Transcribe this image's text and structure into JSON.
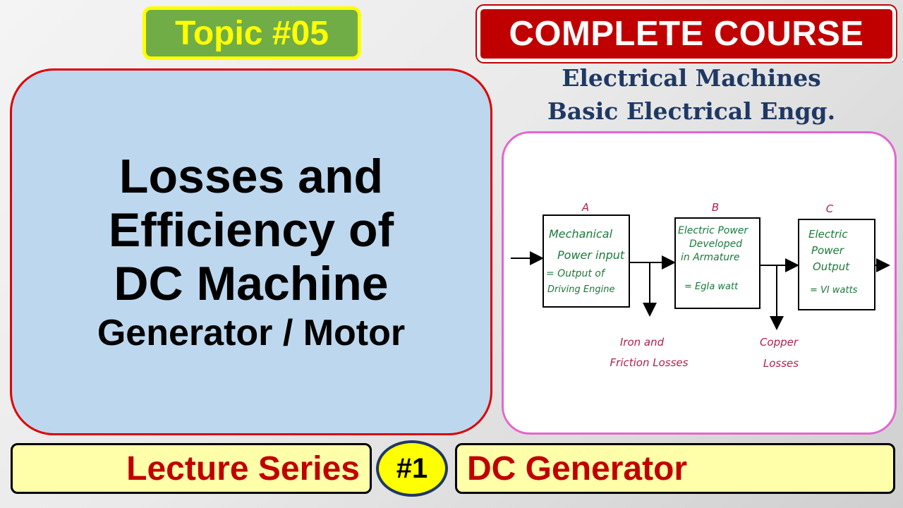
{
  "topic": "Topic #05",
  "course_banner": "COMPLETE COURSE",
  "subjects": [
    "Electrical Machines",
    "Basic Electrical Engg."
  ],
  "title": {
    "lines": [
      "Losses and",
      "Efficiency of",
      "DC Machine"
    ],
    "subtitle": "Generator / Motor"
  },
  "diagram": {
    "blocks": [
      {
        "letter": "A",
        "lines": [
          "Mechanical",
          "Power input",
          "= Output of",
          "Driving Engine"
        ]
      },
      {
        "letter": "B",
        "lines": [
          "Electric Power",
          "Developed",
          "in Armature",
          "= EgIa watt"
        ]
      },
      {
        "letter": "C",
        "lines": [
          "Electric",
          "Power",
          "Output",
          "= VI watts"
        ]
      }
    ],
    "losses": [
      {
        "lines": [
          "Iron and",
          "Friction Losses"
        ]
      },
      {
        "lines": [
          "Copper",
          "Losses"
        ]
      }
    ]
  },
  "footer": {
    "lecture_label": "Lecture Series",
    "number": "#1",
    "series_label": "DC Generator"
  },
  "colors": {
    "topic_bg": "#70ad47",
    "topic_text": "#ffff00",
    "banner_bg": "#c00000",
    "subject_text": "#1f3864",
    "panel_bg": "#bdd7ee",
    "panel_border": "#e00000",
    "diagram_border": "#e366d0",
    "block_text": "#1a7a3a",
    "loss_text": "#b0204a",
    "footer_text": "#c00000"
  }
}
